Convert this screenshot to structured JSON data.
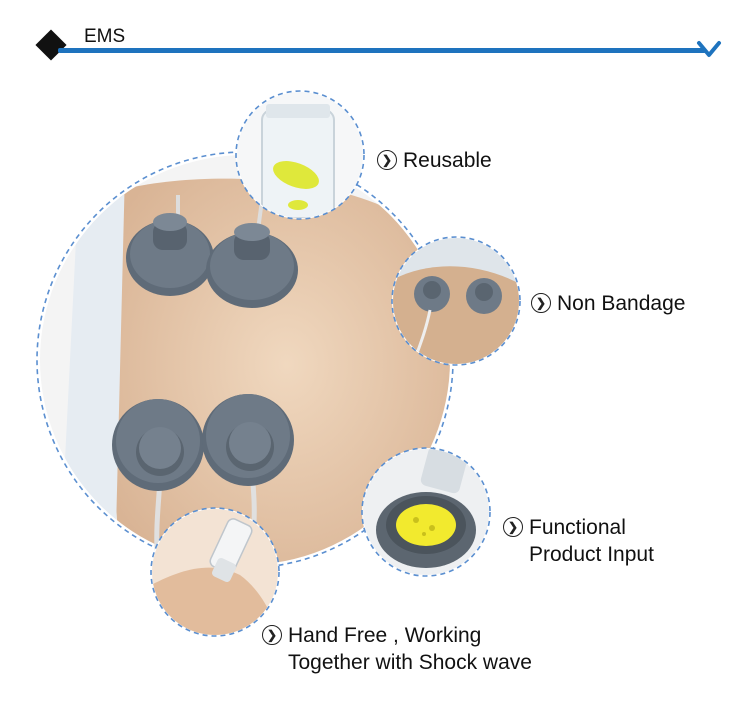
{
  "header": {
    "title": "EMS"
  },
  "features": [
    {
      "label": "Reusable"
    },
    {
      "label": "Non Bandage"
    },
    {
      "label": "Functional\nProduct Input"
    },
    {
      "label": "Hand Free , Working\nTogether with Shock wave"
    }
  ],
  "colors": {
    "accent": "#1e73be",
    "electrode": "#5f6b78",
    "skin": "#e7c9ad"
  },
  "icons": {
    "header_marker": "diamond-icon",
    "header_end": "chevron-down-icon",
    "bullet": "circle-chevron-right-icon"
  }
}
